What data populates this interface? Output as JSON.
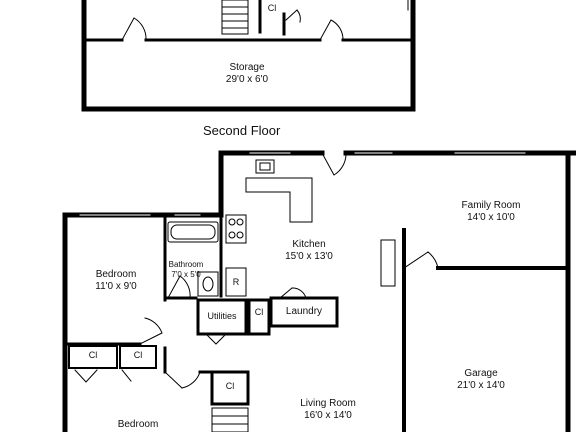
{
  "floor_title": "Second Floor",
  "rooms": {
    "storage": {
      "name": "Storage",
      "dims": "29'0 x 6'0"
    },
    "family_room": {
      "name": "Family Room",
      "dims": "14'0 x 10'0"
    },
    "kitchen": {
      "name": "Kitchen",
      "dims": "15'0 x 13'0"
    },
    "bedroom_1": {
      "name": "Bedroom",
      "dims": "11'0 x 9'0"
    },
    "bathroom": {
      "name": "Bathroom",
      "dims": "7'0 x 5'0"
    },
    "garage": {
      "name": "Garage",
      "dims": "21'0 x 14'0"
    },
    "living_room": {
      "name": "Living Room",
      "dims": "16'0 x 14'0"
    },
    "bedroom_2": {
      "name": "Bedroom"
    }
  },
  "small_labels": {
    "closet": "Cl",
    "utilities": "Utilities",
    "laundry": "Laundry",
    "refrigerator": "R"
  },
  "colors": {
    "wall": "#000000",
    "background": "#ffffff",
    "line": "#222222"
  }
}
